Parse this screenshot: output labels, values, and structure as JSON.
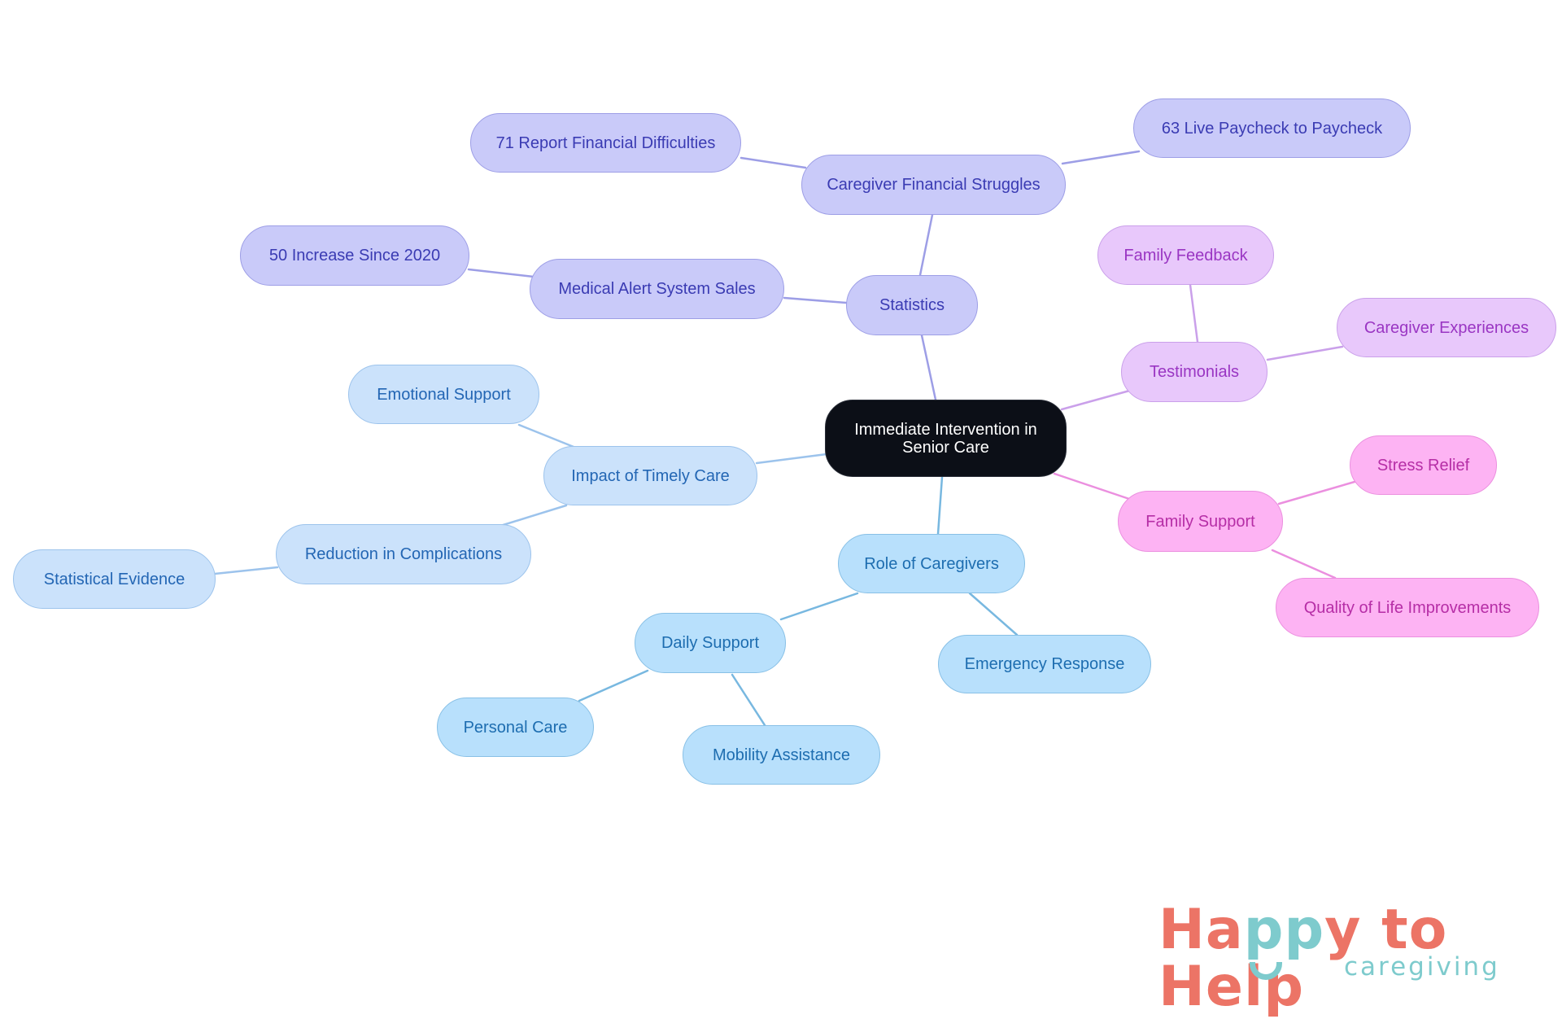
{
  "mindmap": {
    "root": {
      "label": "Immediate Intervention in Senior Care"
    },
    "branches": {
      "statistics": {
        "label": "Statistics",
        "color": "#9d9ee6",
        "children": {
          "financial": {
            "label": "Caregiver Financial Struggles",
            "children": [
              "71 Report Financial Difficulties",
              "63 Live Paycheck to Paycheck"
            ]
          },
          "medical_alert": {
            "label": "Medical Alert System Sales",
            "children": [
              "50 Increase Since 2020"
            ]
          }
        }
      },
      "testimonials": {
        "label": "Testimonials",
        "color": "#caa0ea",
        "children": [
          "Family Feedback",
          "Caregiver Experiences"
        ]
      },
      "family_support": {
        "label": "Family Support",
        "color": "#eb8fdf",
        "children": [
          "Stress Relief",
          "Quality of Life Improvements"
        ]
      },
      "role_of_caregivers": {
        "label": "Role of Caregivers",
        "color": "#78b8e0",
        "children": {
          "daily": {
            "label": "Daily Support",
            "children": [
              "Personal Care",
              "Mobility Assistance"
            ]
          },
          "emergency": {
            "label": "Emergency Response"
          }
        }
      },
      "impact": {
        "label": "Impact of Timely Care",
        "color": "#9cc3ec",
        "children": {
          "emotional": {
            "label": "Emotional Support"
          },
          "reduction": {
            "label": "Reduction in Complications",
            "children": [
              "Statistical Evidence"
            ]
          }
        }
      }
    }
  },
  "logo": {
    "brand_prefix": "Ha",
    "brand_pp": "pp",
    "brand_suffix": "y to Help",
    "tagline": "caregiving",
    "primary_color": "#ec7466",
    "secondary_color": "#7ecbcd"
  }
}
